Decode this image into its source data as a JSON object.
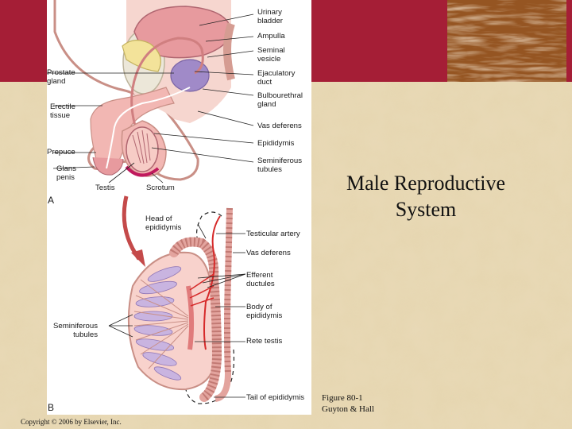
{
  "slide": {
    "title": "Male Reproductive\nSystem",
    "figure_credit": "Figure 80-1\nGuyton & Hall",
    "copyright": "Copyright © 2006 by Elsevier, Inc."
  },
  "figure": {
    "panel_a": {
      "letter": "A",
      "labels": {
        "urinary_bladder": "Urinary\nbladder",
        "ampulla": "Ampulla",
        "seminal_vesicle": "Seminal\nvesicle",
        "ejaculatory_duct": "Ejaculatory\nduct",
        "bulbourethral_gland": "Bulbourethral\ngland",
        "vas_deferens": "Vas deferens",
        "epididymis": "Epididymis",
        "seminiferous_tubules": "Seminiferous\ntubules",
        "prostate_gland": "Prostate\ngland",
        "erectile_tissue": "Erectile\ntissue",
        "prepuce": "Prepuce",
        "glans_penis": "Glans\npenis",
        "testis": "Testis",
        "scrotum": "Scrotum"
      }
    },
    "panel_b": {
      "letter": "B",
      "labels": {
        "head_of_epididymis": "Head of\nepididymis",
        "testicular_artery": "Testicular artery",
        "vas_deferens": "Vas deferens",
        "efferent_ductules": "Efferent\nductules",
        "body_of_epididymis": "Body of\nepididymis",
        "rete_testis": "Rete testis",
        "seminiferous_tubules": "Seminiferous\ntubules",
        "tail_of_epididymis": "Tail of epididymis"
      }
    }
  },
  "colors": {
    "banner": "#a51e36",
    "parchment": "#e6d6b0",
    "tissue_pink": "#f2b7b3",
    "bladder_pink": "#e79a9e",
    "prostate_purple": "#a08ac8",
    "seminal_yellow": "#f3e39a",
    "artery_red": "#d62a2a"
  }
}
